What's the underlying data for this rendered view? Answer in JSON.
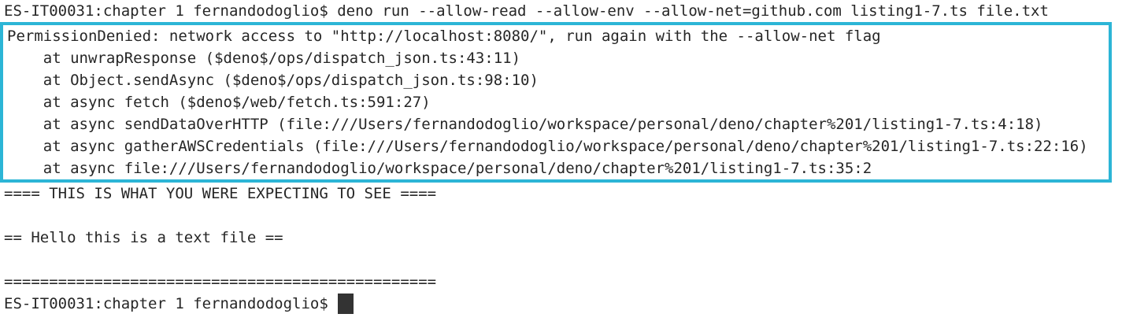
{
  "terminal": {
    "bg": "#ffffff",
    "text_color": "#262626",
    "highlight_border_color": "#2cb5d6",
    "cursor_color": "#333333",
    "command_line": "ES-IT00031:chapter 1 fernandodoglio$ deno run --allow-read --allow-env --allow-net=github.com listing1-7.ts file.txt",
    "error_block": {
      "message": "PermissionDenied: network access to \"http://localhost:8080/\", run again with the --allow-net flag",
      "stack": [
        "    at unwrapResponse ($deno$/ops/dispatch_json.ts:43:11)",
        "    at Object.sendAsync ($deno$/ops/dispatch_json.ts:98:10)",
        "    at async fetch ($deno$/web/fetch.ts:591:27)",
        "    at async sendDataOverHTTP (file:///Users/fernandodoglio/workspace/personal/deno/chapter%201/listing1-7.ts:4:18)",
        "    at async gatherAWSCredentials (file:///Users/fernandodoglio/workspace/personal/deno/chapter%201/listing1-7.ts:22:16)",
        "    at async file:///Users/fernandodoglio/workspace/personal/deno/chapter%201/listing1-7.ts:35:2"
      ]
    },
    "output_lines": [
      "==== THIS IS WHAT YOU WERE EXPECTING TO SEE ====",
      "",
      "== Hello this is a text file ==",
      "",
      "================================================"
    ],
    "prompt": "ES-IT00031:chapter 1 fernandodoglio$ "
  }
}
